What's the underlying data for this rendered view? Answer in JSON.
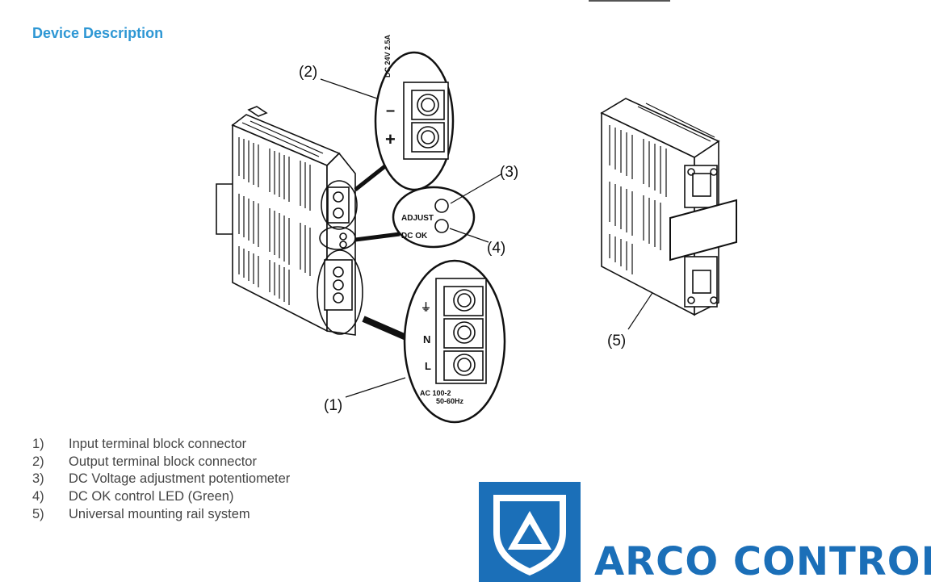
{
  "heading": "Device Description",
  "callouts": {
    "c1": "(1)",
    "c2": "(2)",
    "c3": "(3)",
    "c4": "(4)",
    "c5": "(5)"
  },
  "output_zoom": {
    "rating": "DC 24V 2.5A",
    "minus": "–",
    "plus": "+"
  },
  "indicator_zoom": {
    "adjust": "ADJUST",
    "dc_ok": "DC OK"
  },
  "input_zoom": {
    "ground": "⏚",
    "neutral": "N",
    "line": "L",
    "ac_rating": "AC 100-2",
    "frequency": "50-60Hz"
  },
  "legend": [
    {
      "num": "1)",
      "text": "Input terminal block connector"
    },
    {
      "num": "2)",
      "text": "Output terminal block connector"
    },
    {
      "num": "3)",
      "text": "DC Voltage adjustment potentiometer"
    },
    {
      "num": "4)",
      "text": "DC OK control LED (Green)"
    },
    {
      "num": "5)",
      "text": "Universal mounting rail system"
    }
  ],
  "logo": {
    "text": "ARCO CONTROL",
    "brand_color": "#1b6fb8",
    "icon": "arco-shield-logo-icon"
  },
  "colors": {
    "heading": "#2e97d4",
    "legend_text": "#444444"
  }
}
